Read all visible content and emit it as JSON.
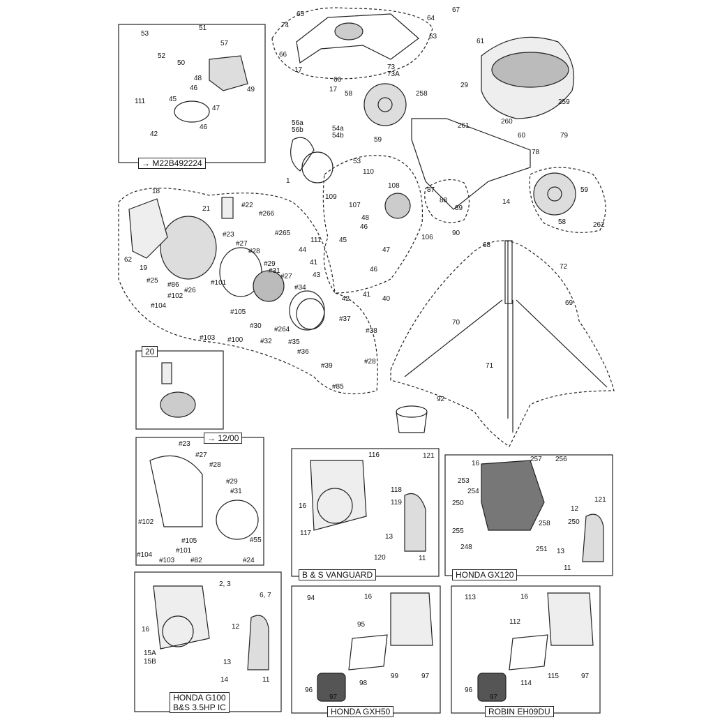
{
  "captions": {
    "top_left_box": "M22B492224",
    "small_box_20": "20",
    "motor_box": "12/00",
    "bs_vanguard": "B & S VANGUARD",
    "honda_gx120": "HONDA GX120",
    "honda_g100_1": "HONDA G100",
    "honda_g100_2": "B&S 3.5HP IC",
    "honda_gxh50": "HONDA GXH50",
    "robin": "ROBIN EH09DU"
  },
  "labels": {
    "frame": [
      "65",
      "64",
      "67",
      "74",
      "63",
      "66",
      "17",
      "66",
      "17",
      "73",
      "73A",
      "58",
      "61",
      "29",
      "259",
      "258",
      "261",
      "260",
      "60",
      "79",
      "78",
      "59",
      "59",
      "58",
      "262",
      "14",
      "87",
      "88",
      "89",
      "90",
      "68",
      "72",
      "69",
      "70",
      "71",
      "92"
    ],
    "gear": [
      "56a",
      "56b",
      "54a",
      "54b",
      "53",
      "110",
      "109",
      "107",
      "108",
      "106",
      "48",
      "46",
      "47",
      "111",
      "45",
      "44",
      "41",
      "43",
      "42",
      "41",
      "40",
      "46",
      "1"
    ],
    "motor_main": [
      "18",
      "21",
      "#22",
      "#266",
      "#265",
      "#23",
      "#27",
      "#28",
      "#29",
      "#31",
      "#27",
      "#34",
      "62",
      "19",
      "#25",
      "#86",
      "#26",
      "#101",
      "#102",
      "#104",
      "#105",
      "#30",
      "#264",
      "#32",
      "#35",
      "#36",
      "#37",
      "#38",
      "#28",
      "#39",
      "#103",
      "#100",
      "#85"
    ],
    "top_box": [
      "53",
      "51",
      "52",
      "50",
      "57",
      "48",
      "46",
      "49",
      "47",
      "111",
      "45",
      "46",
      "42"
    ],
    "motor_box": [
      "#23",
      "#27",
      "#28",
      "#29",
      "#31",
      "#102",
      "#104",
      "#103",
      "#101",
      "#105",
      "#82",
      "#24",
      "#55"
    ],
    "bs": [
      "116",
      "121",
      "16",
      "118",
      "119",
      "117",
      "13",
      "120",
      "11"
    ],
    "gx120": [
      "16",
      "257",
      "256",
      "253",
      "121",
      "254",
      "250",
      "12",
      "255",
      "258",
      "250",
      "13",
      "248",
      "251",
      "11"
    ],
    "g100": [
      "2, 3",
      "6, 7",
      "16",
      "12",
      "15A",
      "15B",
      "13",
      "14",
      "11"
    ],
    "gxh50": [
      "94",
      "16",
      "95",
      "96",
      "97",
      "98",
      "99",
      "97"
    ],
    "robin": [
      "113",
      "16",
      "112",
      "96",
      "97",
      "114",
      "115",
      "97"
    ]
  }
}
